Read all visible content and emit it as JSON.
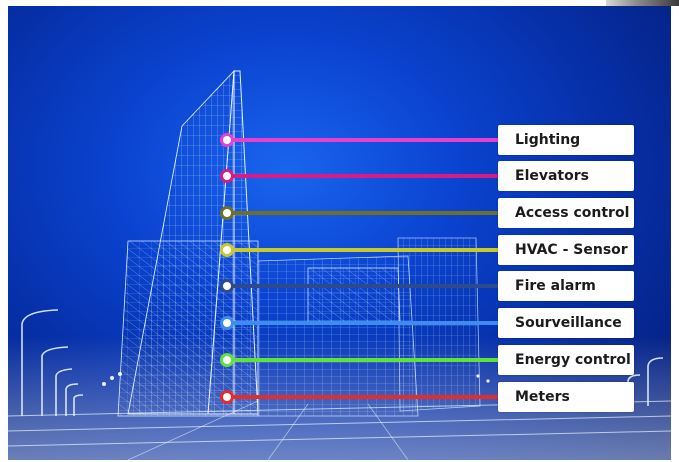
{
  "diagram": {
    "labels": [
      {
        "key": "lighting",
        "text": "Lighting",
        "color": "#e83fd0"
      },
      {
        "key": "elevators",
        "text": "Elevators",
        "color": "#d81b86"
      },
      {
        "key": "access-control",
        "text": "Access control",
        "color": "#6f6f2a"
      },
      {
        "key": "hvac-sensor",
        "text": "HVAC - Sensor",
        "color": "#c9c92c"
      },
      {
        "key": "fire-alarm",
        "text": "Fire alarm",
        "color": "#2e4a8a"
      },
      {
        "key": "sourveillance",
        "text": "Sourveillance",
        "color": "#3b8df2"
      },
      {
        "key": "energy-control",
        "text": "Energy control",
        "color": "#5fe23a"
      },
      {
        "key": "meters",
        "text": "Meters",
        "color": "#e52b2b"
      }
    ]
  },
  "colors": {
    "background_center": "#1a64ee",
    "background_edge": "#031a6c",
    "wireframe": "#cfe6ff"
  }
}
